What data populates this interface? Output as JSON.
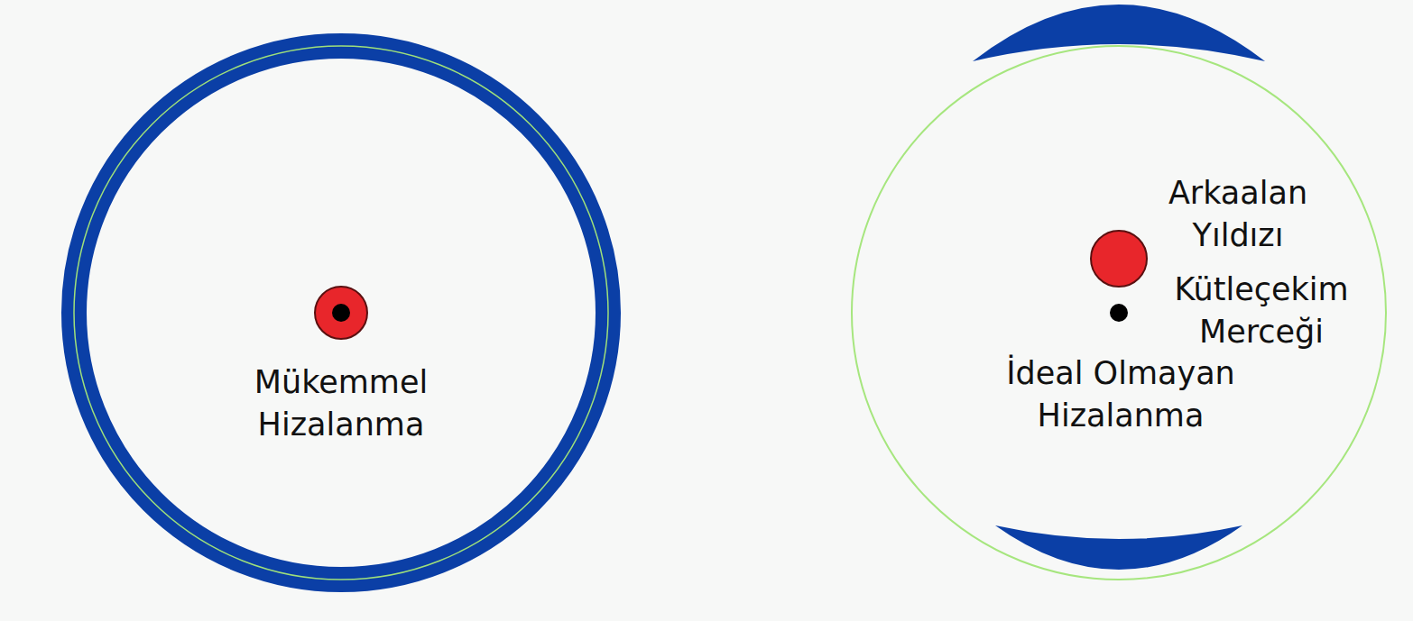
{
  "diagram": {
    "labels": [
      "Mükemmel Hizalanma",
      "Arkaalan Yıldızı",
      "Kütleçekim Merceği",
      "İdeal Olmayan Hizalanma"
    ]
  }
}
